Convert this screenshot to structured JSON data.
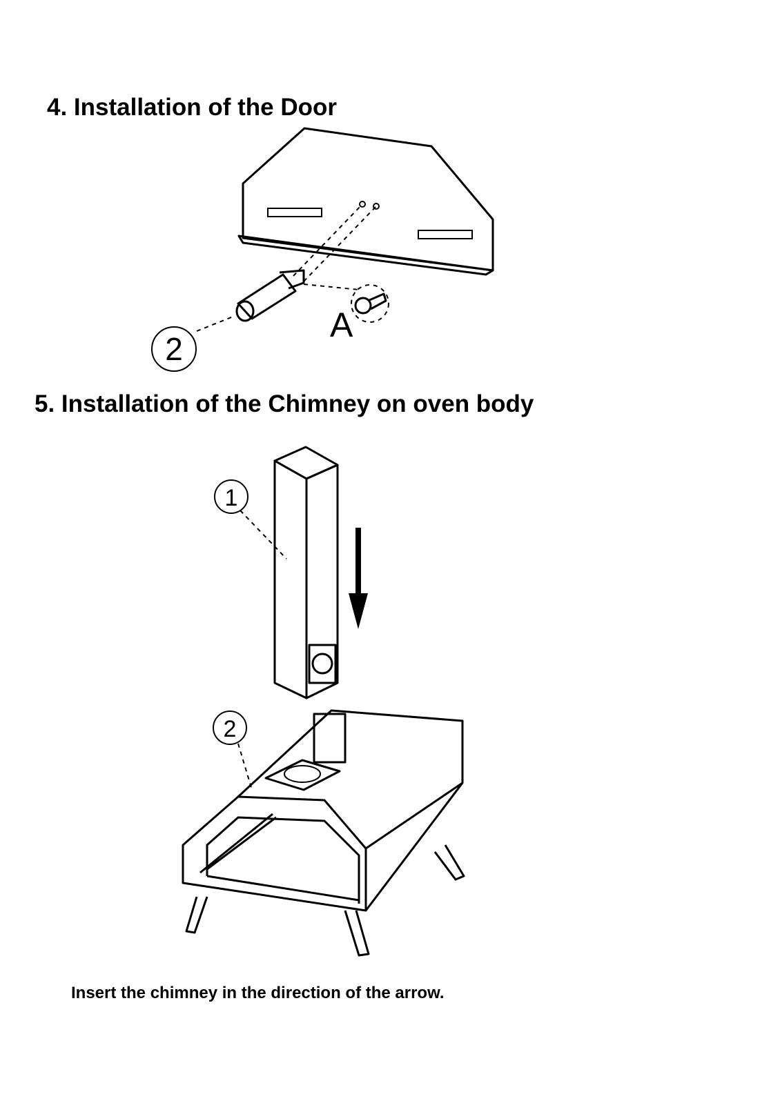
{
  "section4": {
    "heading": "4. Installation of the Door",
    "callout_part": "2",
    "callout_screw": "A"
  },
  "section5": {
    "heading": "5. Installation of the Chimney on oven body",
    "callout_chimney": "1",
    "callout_body": "2",
    "caption": "Insert the chimney in the direction of the arrow."
  }
}
